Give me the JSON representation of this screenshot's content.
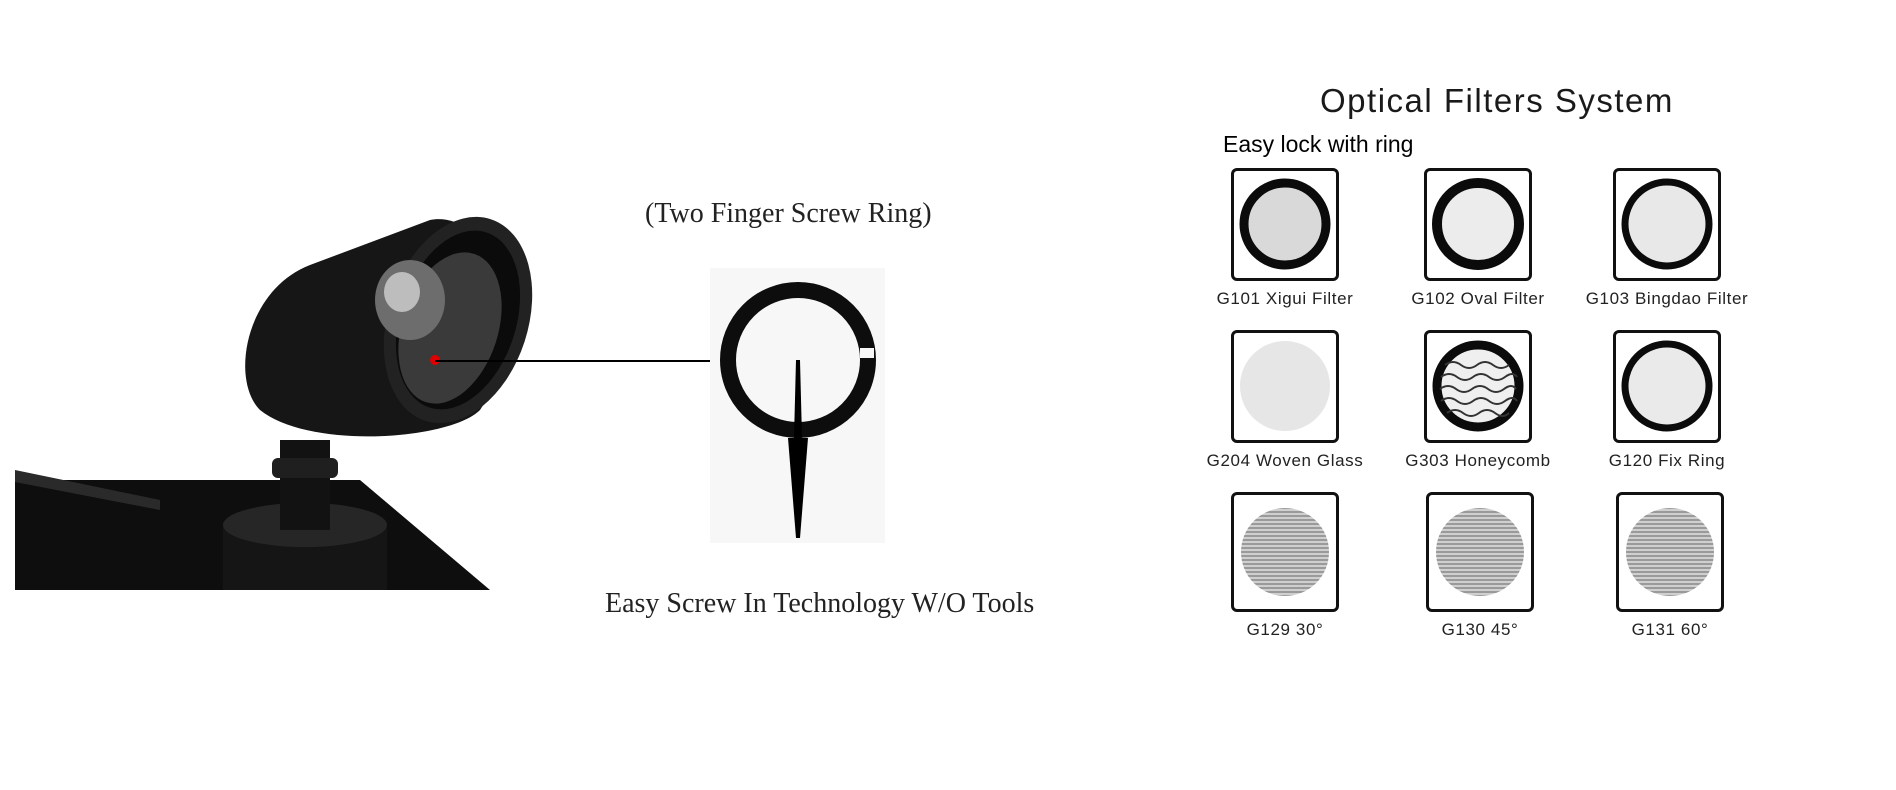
{
  "left": {
    "screw_caption": "(Two Finger Screw Ring)",
    "bottom_caption": "Easy Screw In Technology W/O Tools"
  },
  "right": {
    "title": "Optical Filters System",
    "subtitle": "Easy lock with ring",
    "filters": [
      {
        "label": "G101 Xigui Filter",
        "icon": "clear-filter-icon"
      },
      {
        "label": "G102 Oval Filter",
        "icon": "oval-filter-icon"
      },
      {
        "label": "G103 Bingdao Filter",
        "icon": "bingdao-filter-icon"
      },
      {
        "label": "G204 Woven Glass",
        "icon": "woven-glass-icon"
      },
      {
        "label": "G303 Honeycomb",
        "icon": "honeycomb-icon"
      },
      {
        "label": "G120 Fix Ring",
        "icon": "fix-ring-icon"
      },
      {
        "label": "G129  30°",
        "icon": "lens-30-icon"
      },
      {
        "label": "G130  45°",
        "icon": "lens-45-icon"
      },
      {
        "label": "G131  60°",
        "icon": "lens-60-icon"
      }
    ]
  }
}
